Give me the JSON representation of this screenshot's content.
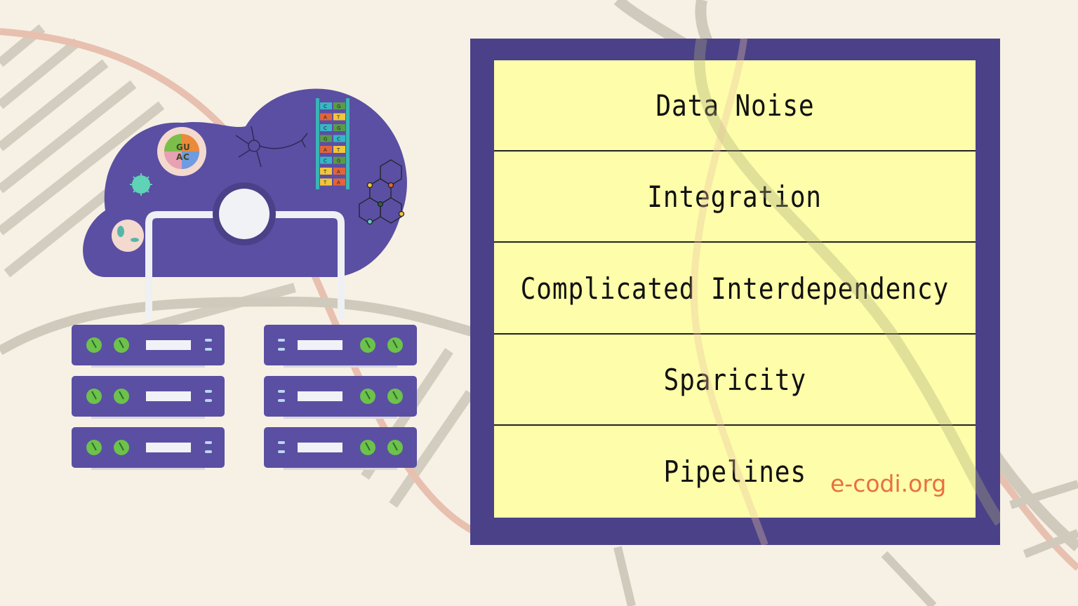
{
  "panel": {
    "items": [
      {
        "label": "Data Noise"
      },
      {
        "label": "Integration"
      },
      {
        "label": "Complicated Interdependency"
      },
      {
        "label": "Sparicity"
      },
      {
        "label": "Pipelines"
      }
    ]
  },
  "brand": {
    "label": "e-codi.org"
  },
  "illustration": {
    "dna_ladder_pairs": [
      [
        "C",
        "G"
      ],
      [
        "A",
        "T"
      ],
      [
        "C",
        "G"
      ],
      [
        "G",
        "C"
      ],
      [
        "A",
        "T"
      ],
      [
        "C",
        "G"
      ],
      [
        "T",
        "A"
      ],
      [
        "T",
        "A"
      ]
    ],
    "rna_wheel_letters": [
      "G",
      "U",
      "A",
      "C"
    ]
  },
  "colors": {
    "background": "#f6f1e4",
    "frame": "#4a4189",
    "panel": "#fdfdaa",
    "cloud": "#5a4fa3",
    "server_light": "#6cc24a",
    "brand": "#e8703f"
  }
}
